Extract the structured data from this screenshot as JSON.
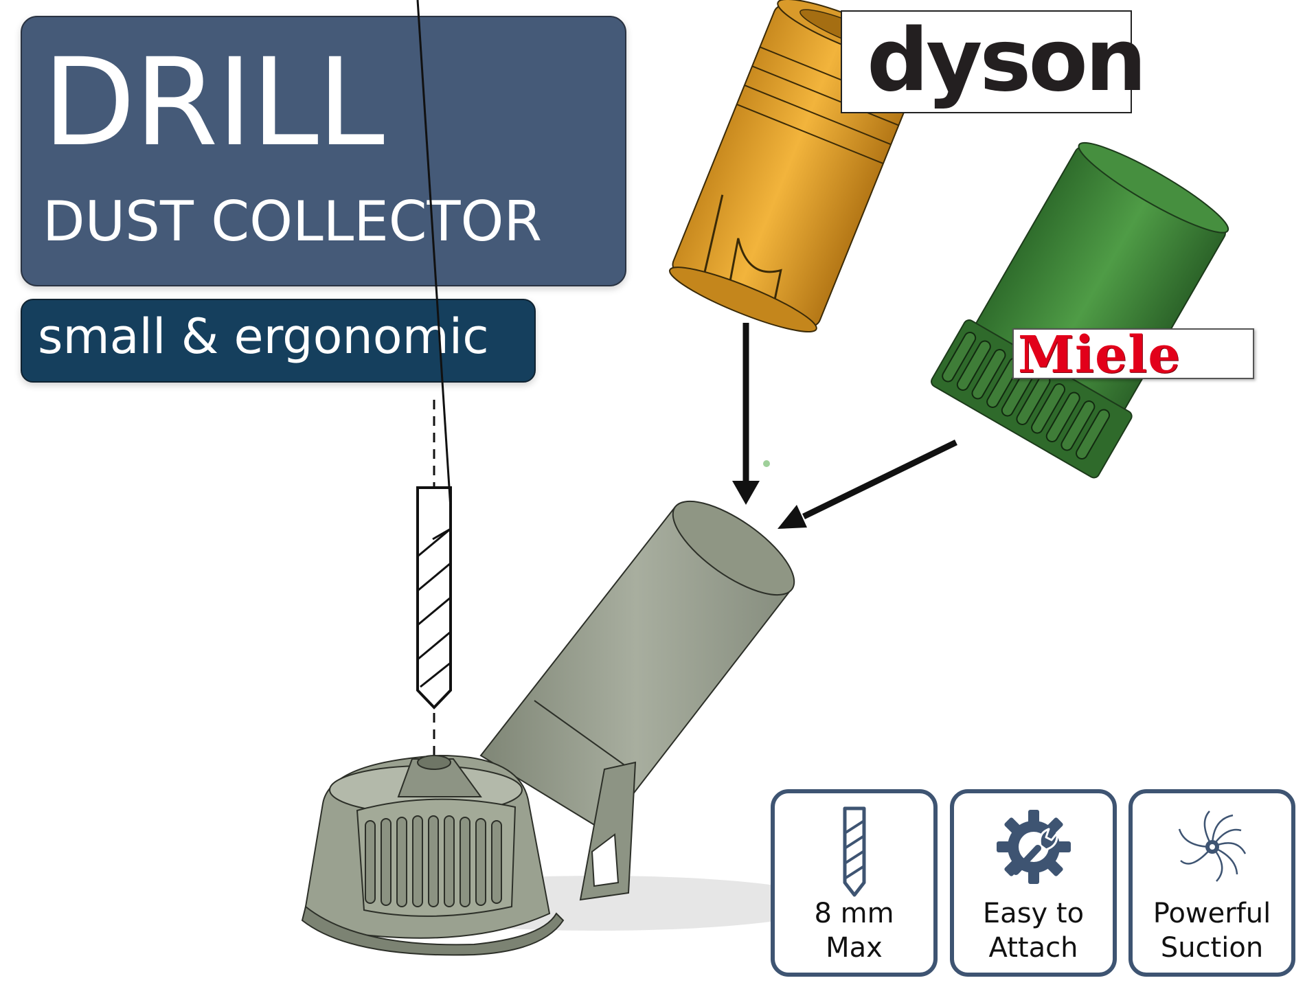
{
  "title": {
    "main": "DRILL",
    "sub": "DUST COLLECTOR",
    "tagline": "small & ergonomic"
  },
  "brands": {
    "dyson": "dyson",
    "miele": "Miele"
  },
  "features": [
    {
      "line1": "8 mm",
      "line2": "Max",
      "icon": "drill-bit-icon"
    },
    {
      "line1": "Easy to",
      "line2": "Attach",
      "icon": "gear-wrench-icon"
    },
    {
      "line1": "Powerful",
      "line2": "Suction",
      "icon": "fan-icon"
    }
  ],
  "colors": {
    "title_box": "#455a78",
    "tag_box": "#153f5d",
    "card_border": "#3e5472",
    "dyson_adapter": "#e0a030",
    "miele_adapter": "#3f8a3a",
    "collector_body": "#9ea595",
    "miele_red": "#e2001a"
  }
}
